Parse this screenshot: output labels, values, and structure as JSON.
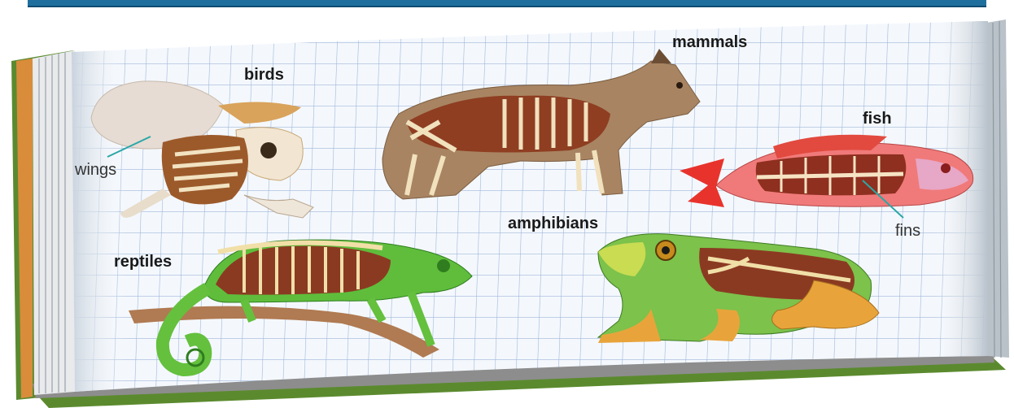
{
  "groups": {
    "birds": "birds",
    "mammals": "mammals",
    "fish": "fish",
    "amphibians": "amphibians",
    "reptiles": "reptiles"
  },
  "parts": {
    "wings": "wings",
    "fins": "fins"
  },
  "colors": {
    "frame_blue": "#1f6f9e",
    "grid_line": "#9fb7d8",
    "paper": "#f4f8fd",
    "book_green": "#5a8a2f",
    "book_orange": "#d98c3a"
  }
}
